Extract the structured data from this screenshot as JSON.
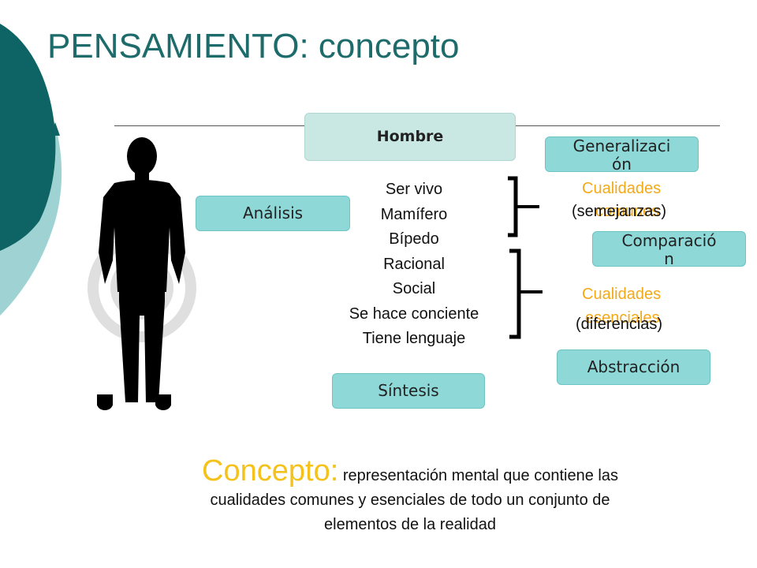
{
  "title": "PENSAMIENTO: concepto",
  "boxes": {
    "hombre": "Hombre",
    "analisis": "Análisis",
    "sintesis": "Síntesis",
    "generalizacion_1": "Generalizaci",
    "generalizacion_2": "ón",
    "comparacion_1": "Comparació",
    "comparacion_2": "n",
    "abstraccion": "Abstracción"
  },
  "traits": [
    "Ser vivo",
    "Mamífero",
    "Bípedo",
    "Racional",
    "Social",
    "Se hace conciente",
    "Tiene lenguaje"
  ],
  "qualities": {
    "common_label": "Cualidades",
    "common_sub": "comunes",
    "common_paren": "(semejanzas)",
    "essential_label": "Cualidades",
    "essential_sub": "esenciales",
    "essential_paren": "(diferencias)"
  },
  "concept": {
    "term": "Concepto:",
    "definition_1": " representación mental que contiene las",
    "definition_2": "cualidades comunes y esenciales de todo un conjunto de",
    "definition_3": "elementos de la realidad"
  },
  "colors": {
    "title": "#1e6b6b",
    "accent_dark": "#0e6464",
    "accent_light": "#9fd3d3",
    "box_fill": "#8ed8d8",
    "orange": "#f4a916",
    "concept_term": "#f4c21a"
  }
}
